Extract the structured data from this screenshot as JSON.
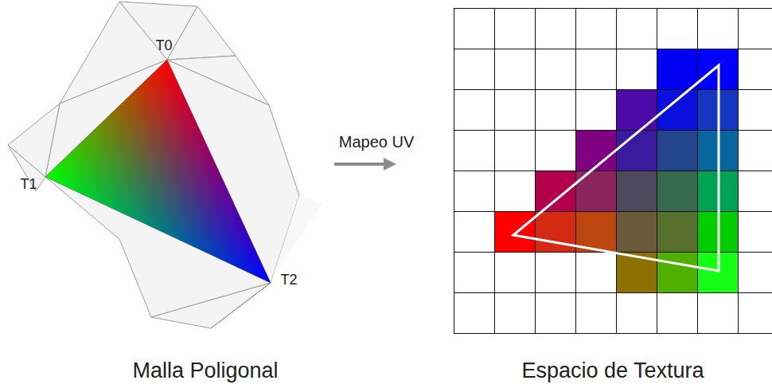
{
  "diagram": {
    "labels": [
      "T0",
      "T1",
      "T2",
      "Mapeo UV",
      "Malla Poligonal",
      "Espacio de Textura"
    ]
  }
}
